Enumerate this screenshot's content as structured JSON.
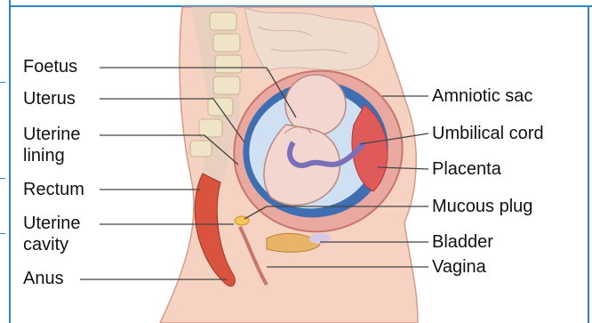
{
  "labels_left": {
    "foetus": "Foetus",
    "uterus": "Uterus",
    "uterine_lining_1": "Uterine",
    "uterine_lining_2": "lining",
    "rectum": "Rectum",
    "uterine_cavity_1": "Uterine",
    "uterine_cavity_2": "cavity",
    "anus": "Anus"
  },
  "labels_right": {
    "amniotic_sac": "Amniotic sac",
    "umbilical_cord": "Umbilical cord",
    "placenta": "Placenta",
    "mucous_plug": "Mucous plug",
    "bladder": "Bladder",
    "vagina": "Vagina"
  },
  "colors": {
    "frame": "#2a86c8",
    "skin": "#f6d2c2",
    "uterus": "#e9a8a0",
    "amniotic": "#3f6fb0",
    "fluid": "#cfe0f2",
    "fetus": "#f2d6cf",
    "placenta": "#e05a5a",
    "rectum": "#d9533f",
    "bone": "#efe4c8"
  }
}
